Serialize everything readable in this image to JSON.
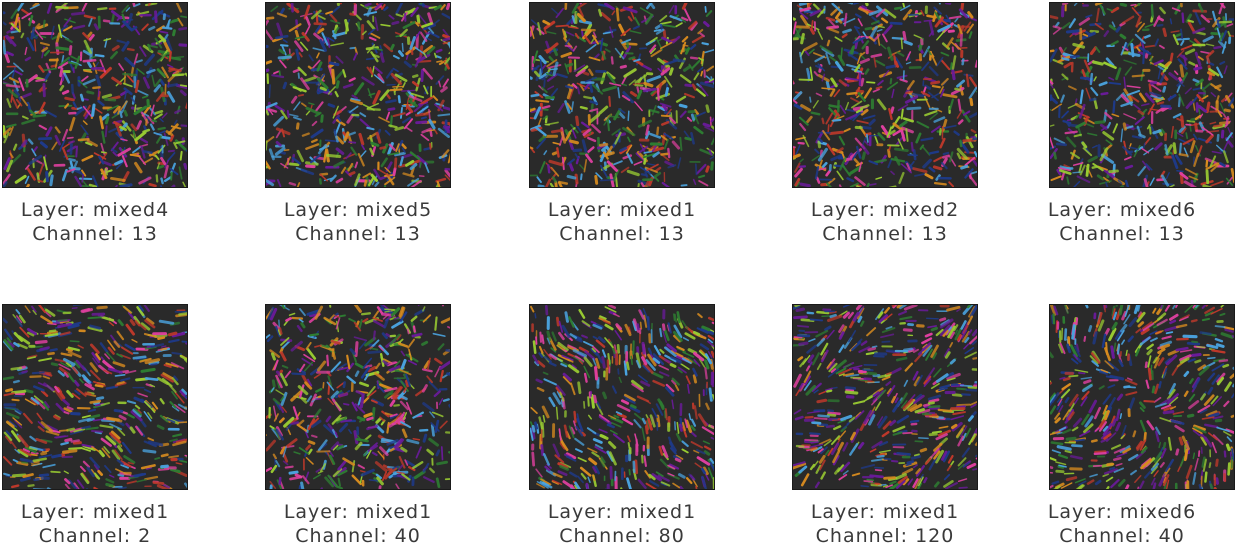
{
  "figures": [
    {
      "layer": "Layer: mixed4",
      "channel": "Channel: 13"
    },
    {
      "layer": "Layer: mixed5",
      "channel": "Channel: 13"
    },
    {
      "layer": "Layer: mixed1",
      "channel": "Channel: 13"
    },
    {
      "layer": "Layer: mixed2",
      "channel": "Channel: 13"
    },
    {
      "layer": "Layer: mixed6",
      "channel": "Channel: 13"
    },
    {
      "layer": "Layer: mixed1",
      "channel": "Channel: 2"
    },
    {
      "layer": "Layer: mixed1",
      "channel": "Channel: 40"
    },
    {
      "layer": "Layer: mixed1",
      "channel": "Channel: 80"
    },
    {
      "layer": "Layer: mixed1",
      "channel": "Channel: 120"
    },
    {
      "layer": "Layer: mixed6",
      "channel": "Channel: 40"
    }
  ],
  "palette": [
    "#c0392b",
    "#2e7d32",
    "#1e3a8a",
    "#e040a0",
    "#9acd32",
    "#4aa3df",
    "#d98c1f",
    "#6a1b9a"
  ]
}
